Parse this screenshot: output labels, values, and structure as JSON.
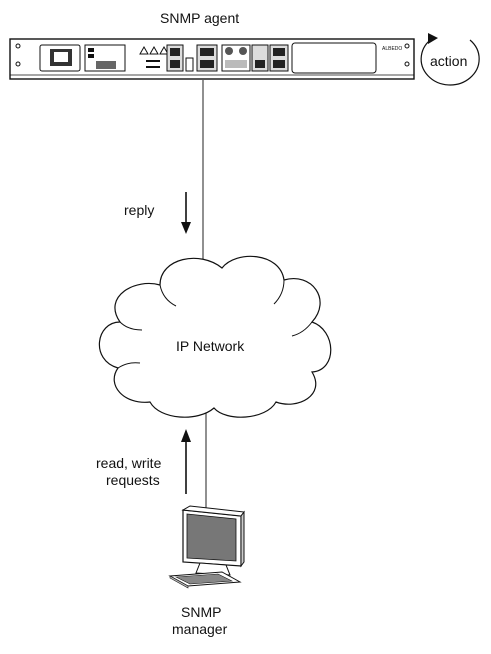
{
  "agent": {
    "label": "SNMP agent",
    "brand_text": "ALBEDO"
  },
  "action": {
    "label": "action"
  },
  "network": {
    "label": "IP Network"
  },
  "reply": {
    "label": "reply"
  },
  "requests": {
    "line1": "read, write",
    "line2": "requests"
  },
  "manager": {
    "line1": "SNMP",
    "line2": "manager"
  }
}
